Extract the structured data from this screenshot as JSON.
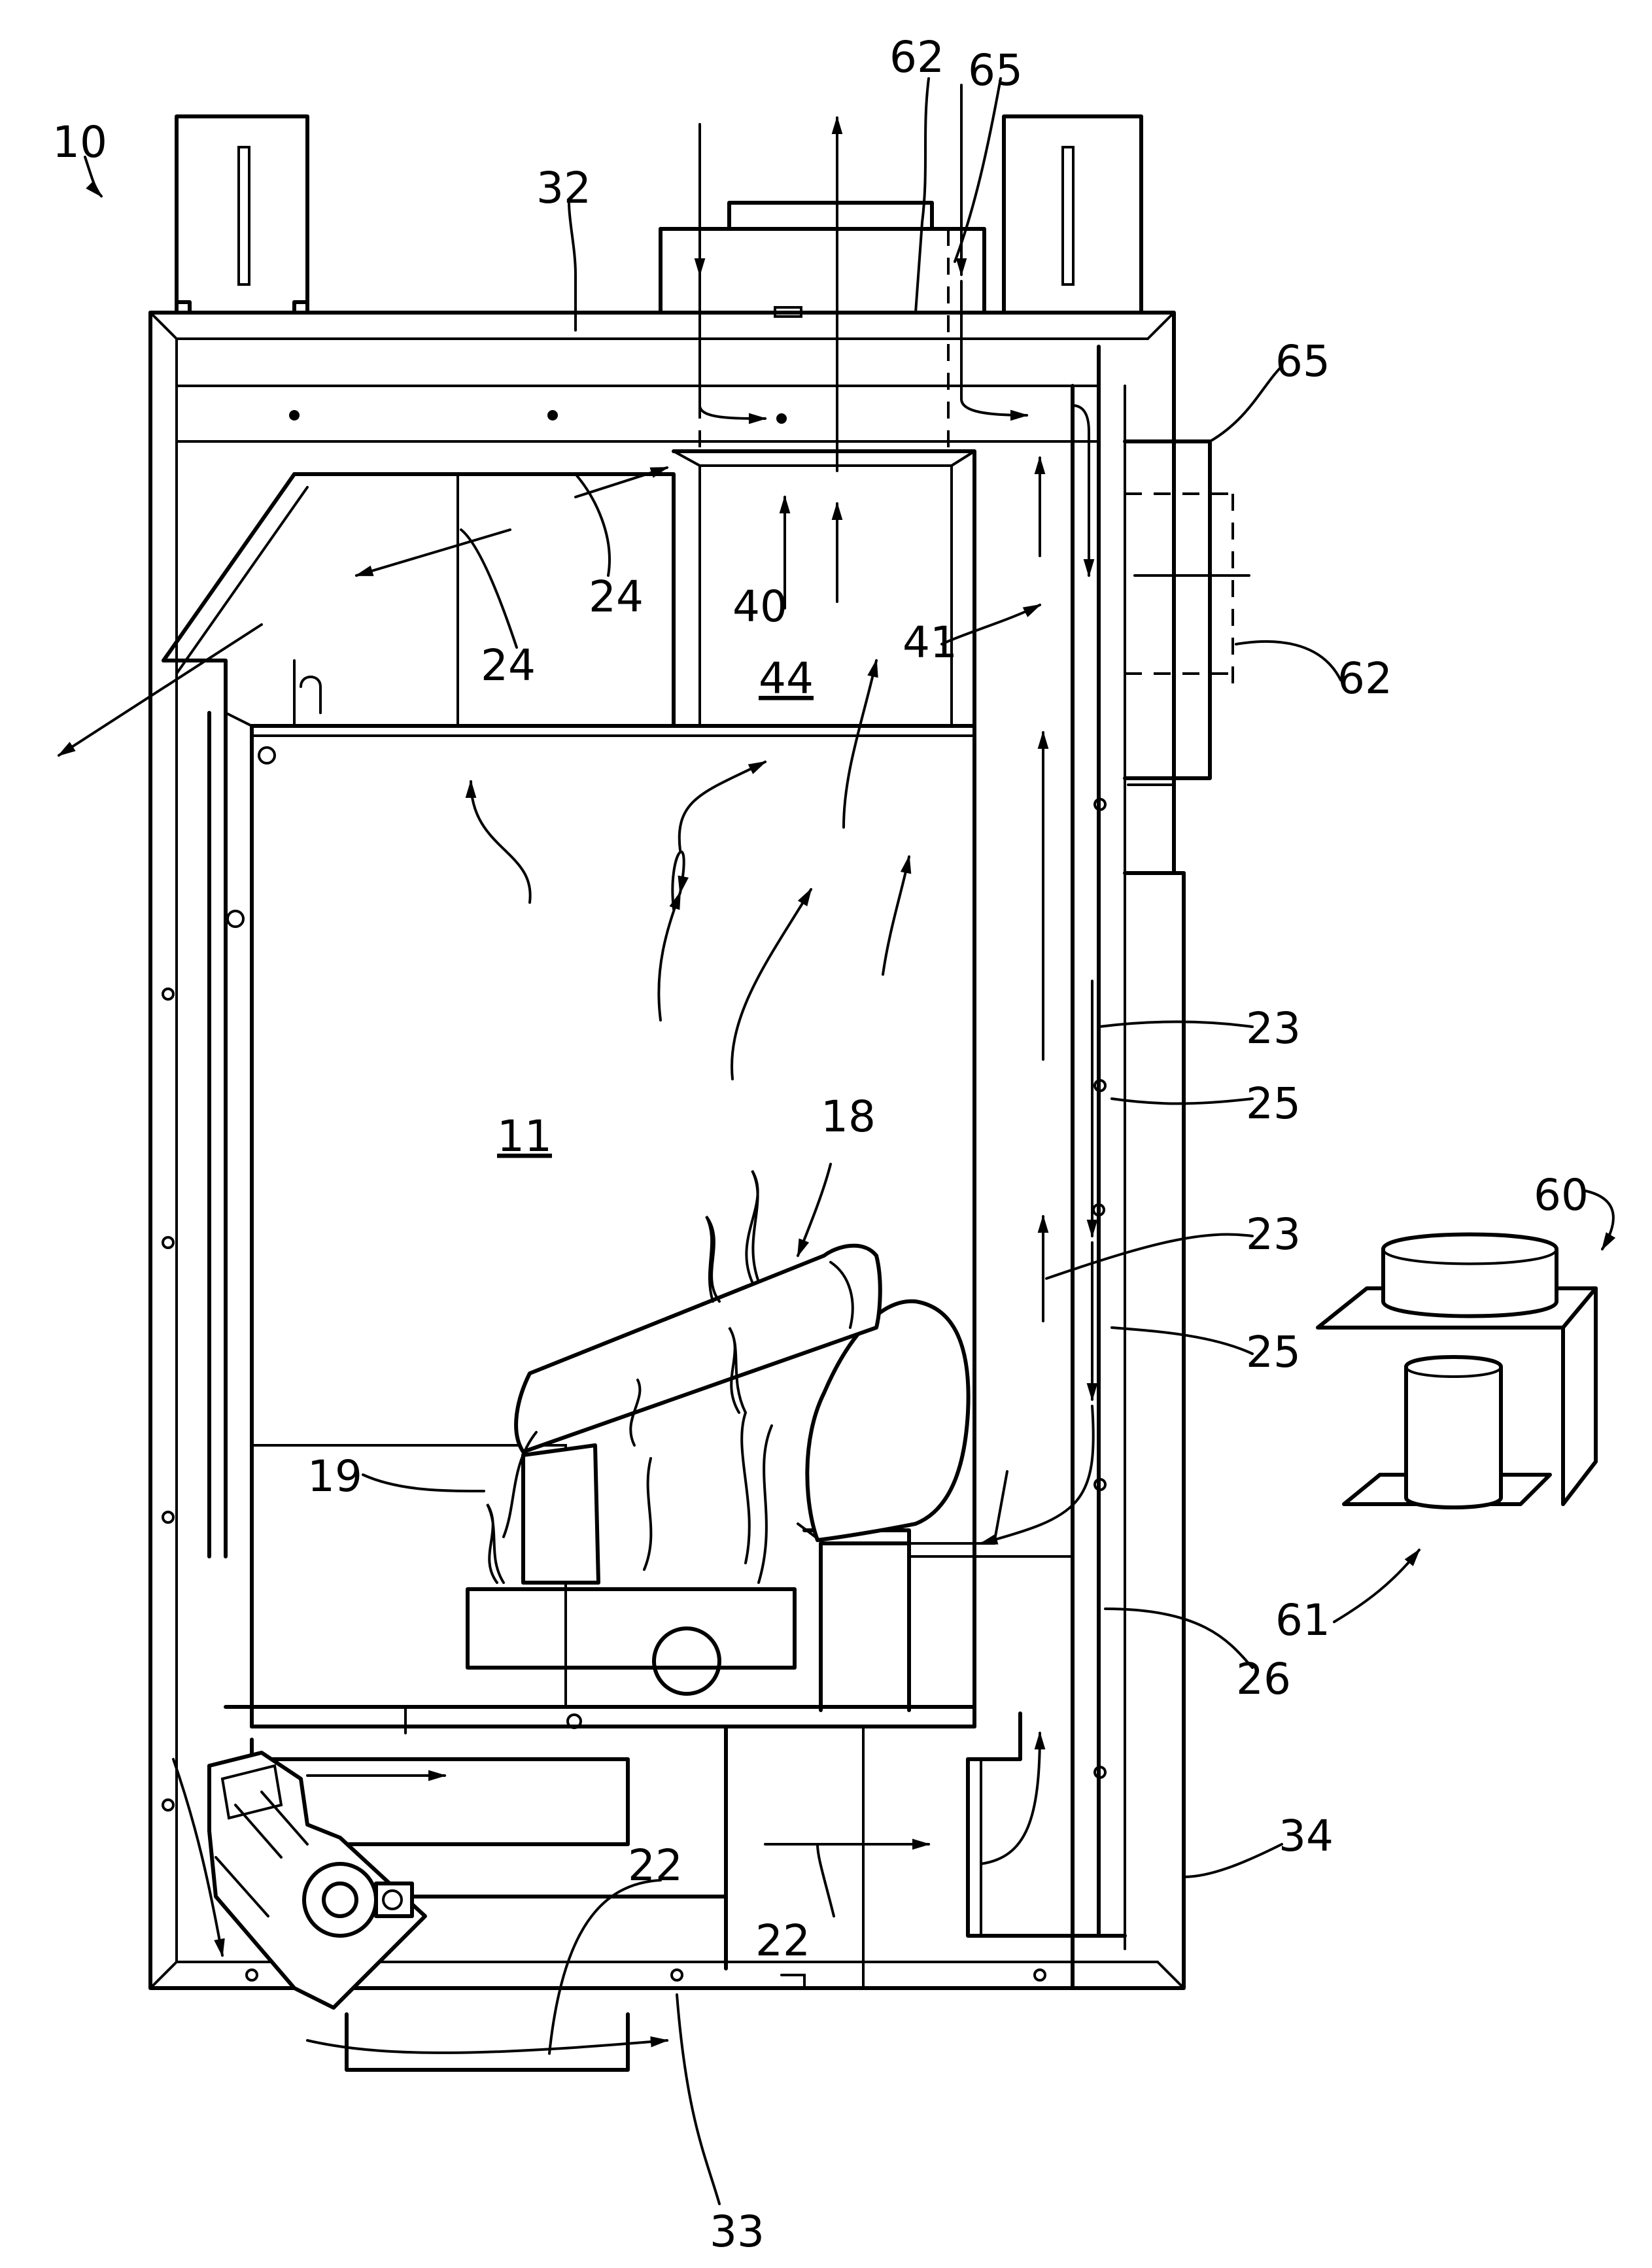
{
  "labels": {
    "l10": "10",
    "l32": "32",
    "l62_top": "62",
    "l65_top": "65",
    "l65_right": "65",
    "l62_right": "62",
    "l24_a": "24",
    "l24_b": "24",
    "l40": "40",
    "l41": "41",
    "l44": "44",
    "l11": "11",
    "l18": "18",
    "l23_a": "23",
    "l25_a": "25",
    "l23_b": "23",
    "l25_b": "25",
    "l60": "60",
    "l61": "61",
    "l19": "19",
    "l26": "26",
    "l22_a": "22",
    "l22_b": "22",
    "l34": "34",
    "l33": "33"
  }
}
